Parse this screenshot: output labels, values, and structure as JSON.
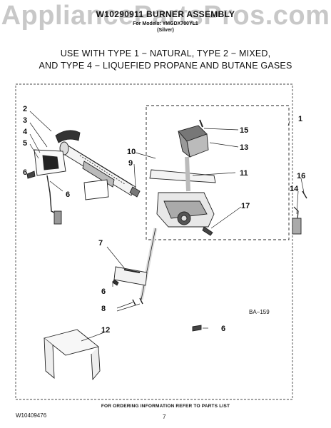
{
  "watermark": "AppliancePartsPros.com",
  "title": "W10290911 BURNER ASSEMBLY",
  "subtitle_models": "For Models: YMGDX700YL1",
  "subtitle_color": "(Silver)",
  "heading_line1": "USE WITH TYPE 1 − NATURAL, TYPE 2 − MIXED,",
  "heading_line2": "AND TYPE 4 − LIQUEFIED PROPANE AND BUTANE GASES",
  "callouts": {
    "c1": "1",
    "c2": "2",
    "c3": "3",
    "c4": "4",
    "c5": "5",
    "c6a": "6",
    "c6b": "6",
    "c6c": "6",
    "c7": "7",
    "c8": "8",
    "c9": "9",
    "c10": "10",
    "c11": "11",
    "c12": "12",
    "c13": "13",
    "c14": "14",
    "c15": "15",
    "c16": "16",
    "c17": "17"
  },
  "diagram_code": "BA−159",
  "footer_note": "FOR ORDERING INFORMATION REFER TO PARTS LIST",
  "doc_number": "W10409476",
  "page_number": "7"
}
